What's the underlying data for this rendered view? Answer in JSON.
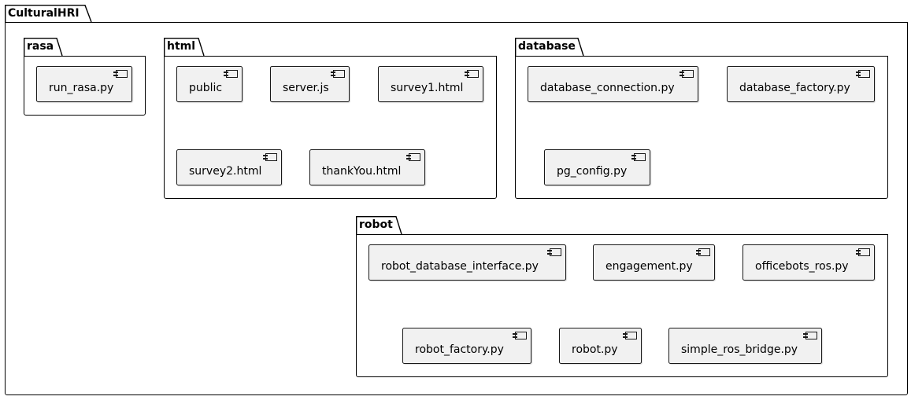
{
  "diagram": {
    "root_package": "CulturalHRI",
    "packages": {
      "rasa": {
        "name": "rasa",
        "components": [
          "run_rasa.py"
        ]
      },
      "html": {
        "name": "html",
        "components": [
          "public",
          "server.js",
          "survey1.html",
          "survey2.html",
          "thankYou.html"
        ]
      },
      "database": {
        "name": "database",
        "components": [
          "database_connection.py",
          "database_factory.py",
          "pg_config.py"
        ]
      },
      "robot": {
        "name": "robot",
        "components": [
          "robot_database_interface.py",
          "engagement.py",
          "officebots_ros.py",
          "robot_factory.py",
          "robot.py",
          "simple_ros_bridge.py"
        ]
      }
    },
    "component_icon": "uml-component-icon",
    "colors": {
      "component_fill": "#f1f1f1",
      "border": "#181818",
      "package_border": "#000000"
    }
  }
}
